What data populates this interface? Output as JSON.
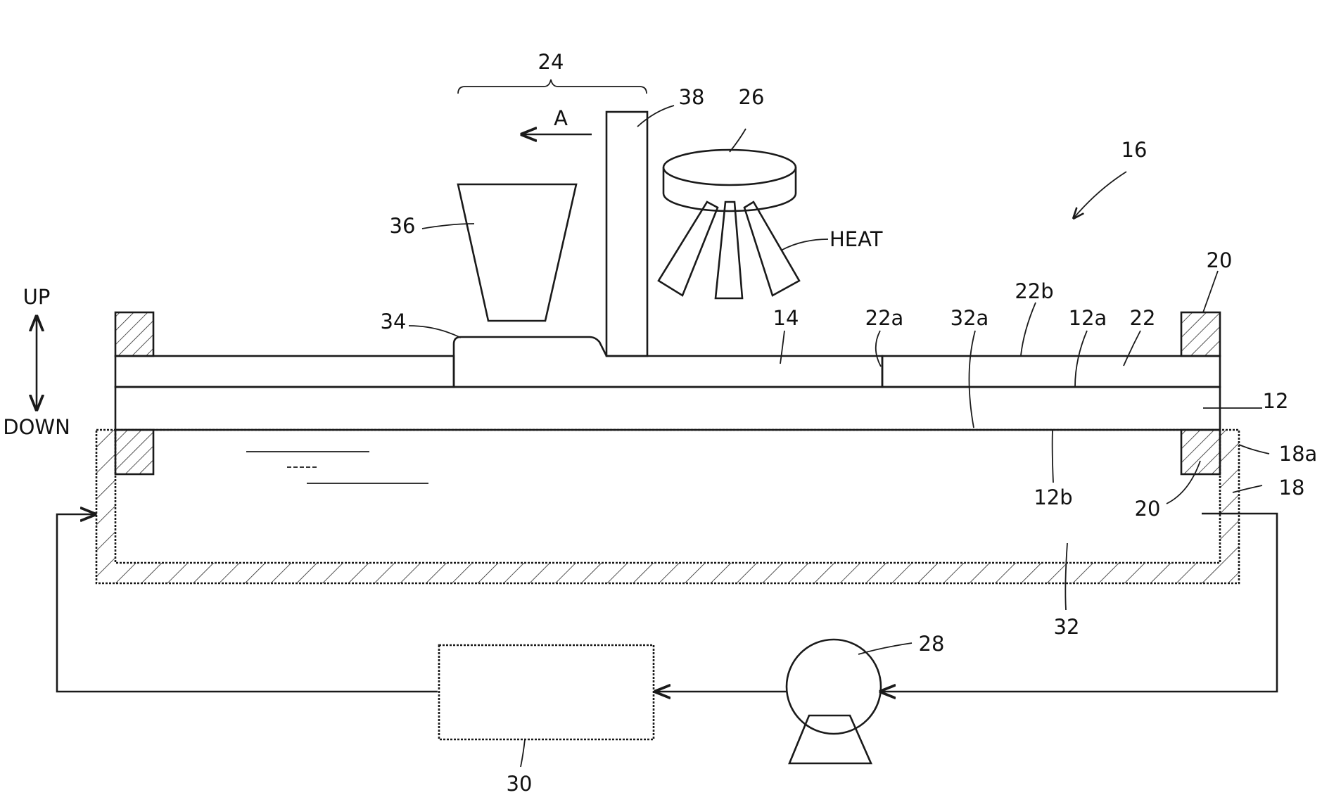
{
  "labels": {
    "l24": "24",
    "l38": "38",
    "l26": "26",
    "l16": "16",
    "lA": "A",
    "l36": "36",
    "heat": "HEAT",
    "up": "UP",
    "down": "DOWN",
    "l34": "34",
    "l14": "14",
    "l22a": "22a",
    "l32a": "32a",
    "l22b": "22b",
    "l12a": "12a",
    "l22": "22",
    "l20_top": "20",
    "l12": "12",
    "l18a": "18a",
    "l18": "18",
    "l12b": "12b",
    "l20_bottom": "20",
    "l32": "32",
    "l28": "28",
    "l30": "30"
  },
  "colors": {
    "line": "#1a1a1a",
    "resin_fill": "#d6d6d6",
    "background": "#ffffff"
  }
}
